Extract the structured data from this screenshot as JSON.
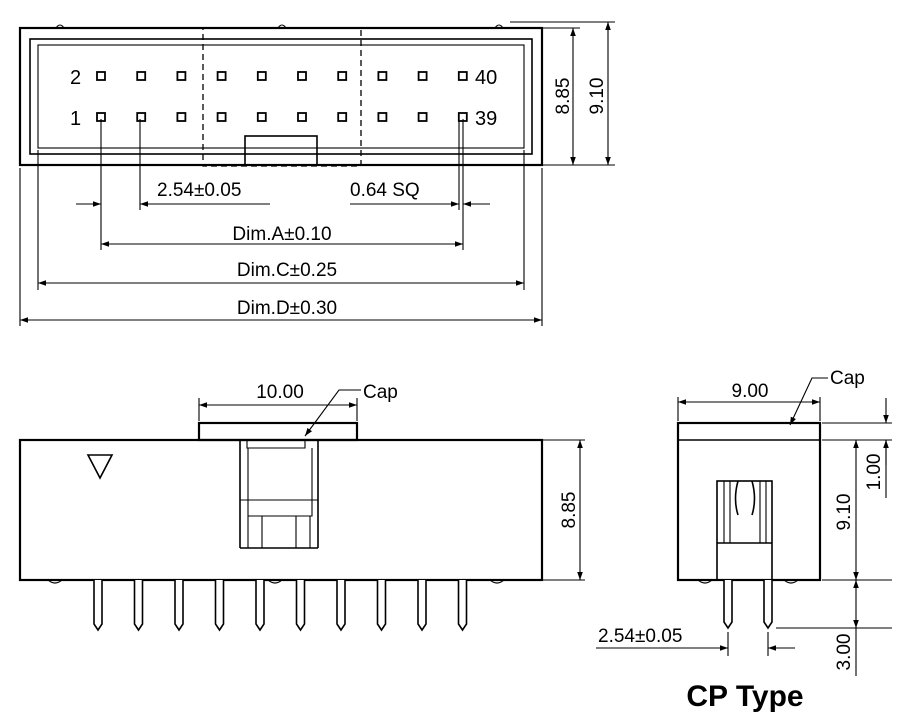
{
  "top_view": {
    "pin_label_top_left": "2",
    "pin_label_bottom_left": "1",
    "pin_label_top_right": "40",
    "pin_label_bottom_right": "39",
    "dim_pitch": "2.54±0.05",
    "dim_pin_sq": "0.64 SQ",
    "dim_a": "Dim.A±0.10",
    "dim_c": "Dim.C±0.25",
    "dim_d": "Dim.D±0.30",
    "dim_height_inner": "8.85",
    "dim_height_outer": "9.10"
  },
  "front_view": {
    "dim_cap_width": "10.00",
    "cap_label": "Cap",
    "dim_height": "8.85"
  },
  "side_view": {
    "dim_width": "9.00",
    "cap_label": "Cap",
    "dim_cap_height": "1.00",
    "dim_height": "9.10",
    "dim_pitch": "2.54±0.05",
    "dim_tail": "3.00",
    "title": "CP Type"
  }
}
